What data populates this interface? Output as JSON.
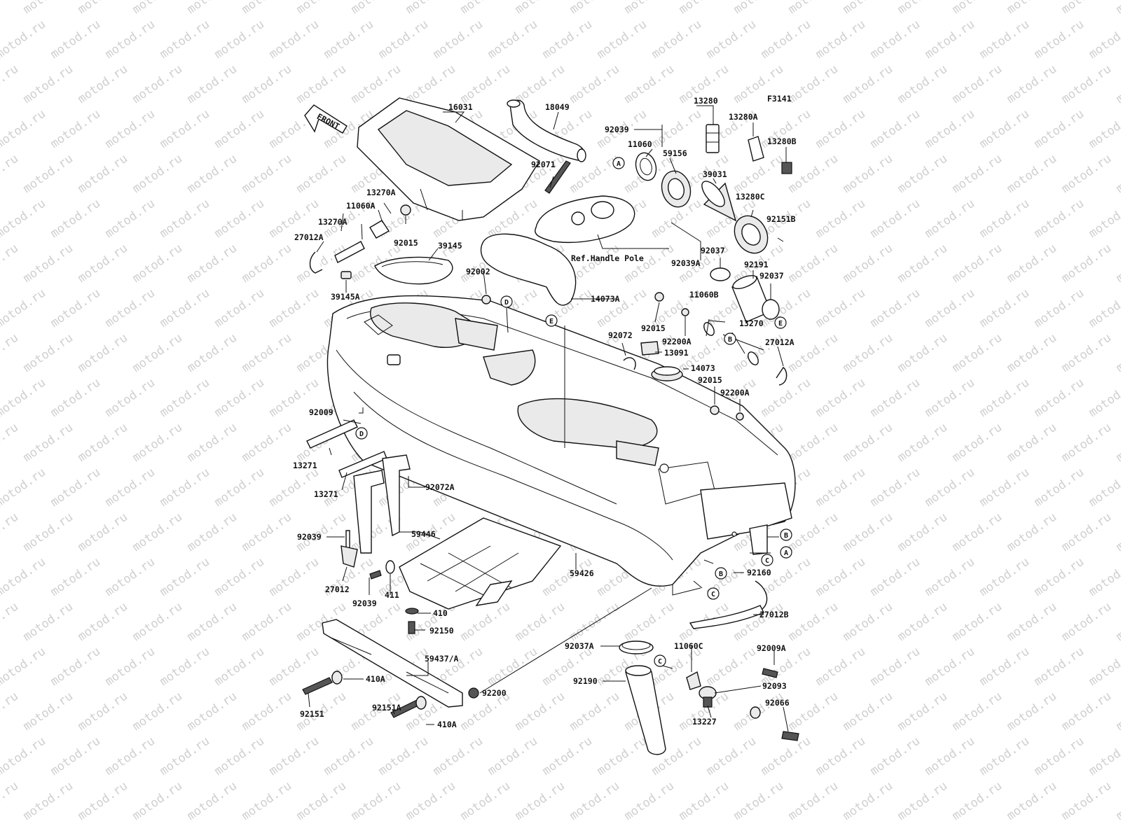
{
  "diagram": {
    "code": "F3141",
    "front_label": "FRONT",
    "reference_note": "Ref.Handle Pole",
    "watermark": "motod.ru",
    "labels": {
      "p16031": "16031",
      "p18049": "18049",
      "p92039_top": "92039",
      "p13280": "13280",
      "p13280A": "13280A",
      "p13280B": "13280B",
      "p11060": "11060",
      "p59156": "59156",
      "p39031": "39031",
      "p13280C": "13280C",
      "p92151B": "92151B",
      "p92071": "92071",
      "p13270A_1": "13270A",
      "p11060A": "11060A",
      "p13270A_2": "13270A",
      "p27012A_left": "27012A",
      "p92015_top": "92015",
      "p39145": "39145",
      "p39145A": "39145A",
      "p92002": "92002",
      "p14073A": "14073A",
      "p92037_1": "92037",
      "p92191": "92191",
      "p92037_2": "92037",
      "p92039A": "92039A",
      "p11060B": "11060B",
      "p92015_mid": "92015",
      "p92200A_1": "92200A",
      "p13270": "13270",
      "p27012A_right": "27012A",
      "p92072": "92072",
      "p13091": "13091",
      "p14073": "14073",
      "p92015_low": "92015",
      "p92200A_2": "92200A",
      "p92009": "92009",
      "p13271_1": "13271",
      "p13271_2": "13271",
      "p92072A": "92072A",
      "p92039_left": "92039",
      "p59446": "59446",
      "p27012": "27012",
      "p92039_bottom": "92039",
      "p411": "411",
      "p410": "410",
      "p92150": "92150",
      "p59426": "59426",
      "p92160": "92160",
      "p27012B": "27012B",
      "p92037A": "92037A",
      "p11060C": "11060C",
      "p92009A": "92009A",
      "p59437": "59437/A",
      "p410A_1": "410A",
      "p92200": "92200",
      "p92190": "92190",
      "p92093": "92093",
      "p92151": "92151",
      "p92151A": "92151A",
      "p410A_2": "410A",
      "p13227": "13227",
      "p92066": "92066"
    },
    "markers": {
      "A": "A",
      "B": "B",
      "C": "C",
      "D": "D",
      "E": "E"
    }
  }
}
